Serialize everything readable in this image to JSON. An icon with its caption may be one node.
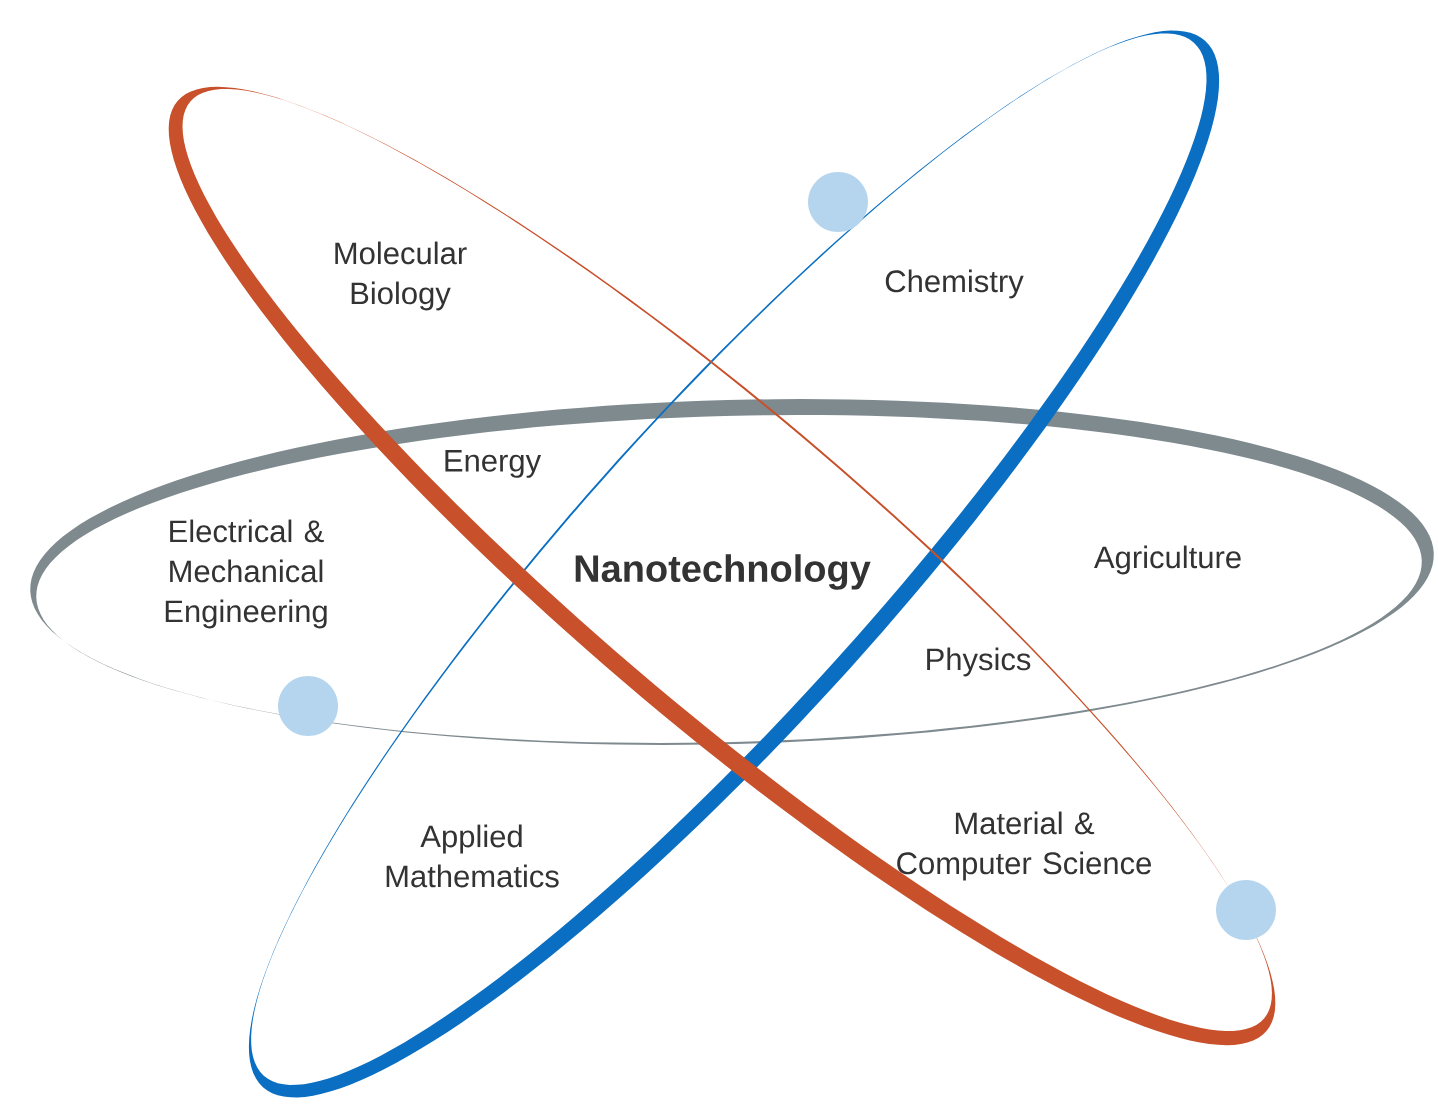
{
  "diagram": {
    "labels": [
      "Molecular Biology",
      "Chemistry",
      "Energy",
      "Electrical & Mechanical Engineering",
      "Nanotechnology",
      "Agriculture",
      "Physics",
      "Applied Mathematics",
      "Material & Computer Science"
    ]
  }
}
